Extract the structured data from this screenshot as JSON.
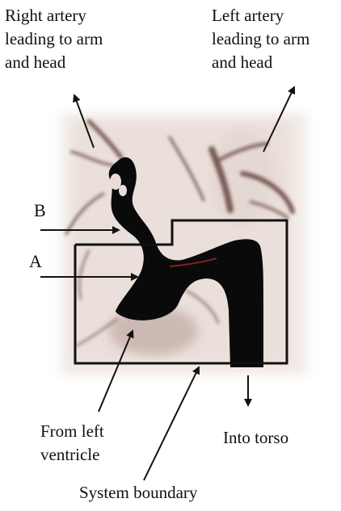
{
  "labels": {
    "right_artery": [
      "Right artery",
      "leading to arm",
      "and head"
    ],
    "left_artery": [
      "Left artery",
      "leading to arm",
      "and head"
    ],
    "point_b": "B",
    "point_a": "A",
    "from_left_ventricle": [
      "From left",
      "ventricle"
    ],
    "into_torso": "Into torso",
    "system_boundary": "System boundary"
  },
  "colors": {
    "vessel": "#0a0a0a",
    "tissue_background": "#efe6e1",
    "tissue_shadow": "#c9b7b1",
    "small_vessels": "#7a5a55",
    "boundary": "#111111",
    "arrow": "#111111"
  },
  "icons": {
    "arrowheads": "arrow-icon"
  }
}
